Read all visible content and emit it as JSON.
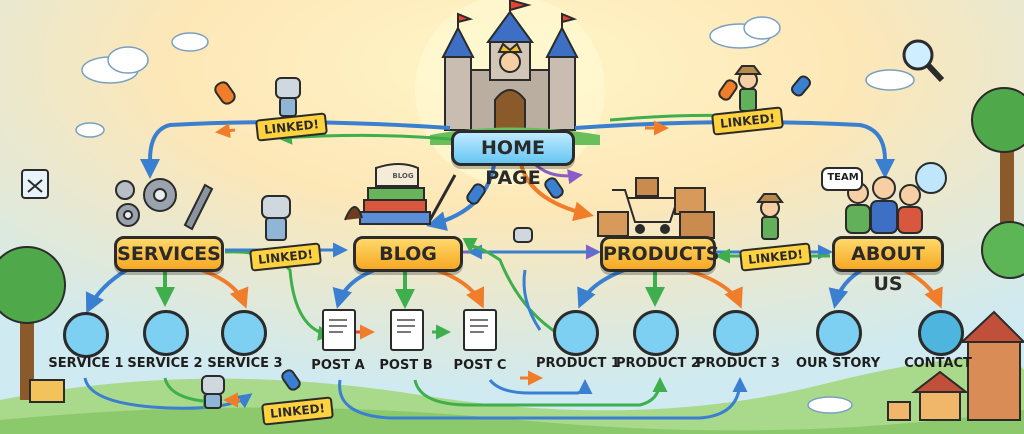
{
  "nodes": {
    "home": "HOME PAGE",
    "services": "SERVICES",
    "blog": "BLOG",
    "products": "PRODUCTS",
    "about": "ABOUT US"
  },
  "leaves": {
    "service1": "SERVICE 1",
    "service2": "SERVICE 2",
    "service3": "SERVICE 3",
    "postA": "POST A",
    "postB": "POST B",
    "postC": "POST C",
    "product1": "PRODUCT 1",
    "product2": "PRODUCT 2",
    "product3": "PRODUCT 3",
    "ourStory": "OUR STORY",
    "contact": "CONTACT"
  },
  "banners": {
    "linked": "LINKED!"
  },
  "badges": {
    "team": "TEAM",
    "blogScroll": "BLOG"
  },
  "icons": [
    "castle-icon",
    "gear-icon",
    "books-icon",
    "shopping-cart-icon",
    "team-icon",
    "link-icon",
    "robot-icon",
    "explorer-icon",
    "magnifier-icon",
    "document-icon",
    "phone-icon",
    "cloud-icon",
    "tree-icon",
    "house-icon"
  ]
}
